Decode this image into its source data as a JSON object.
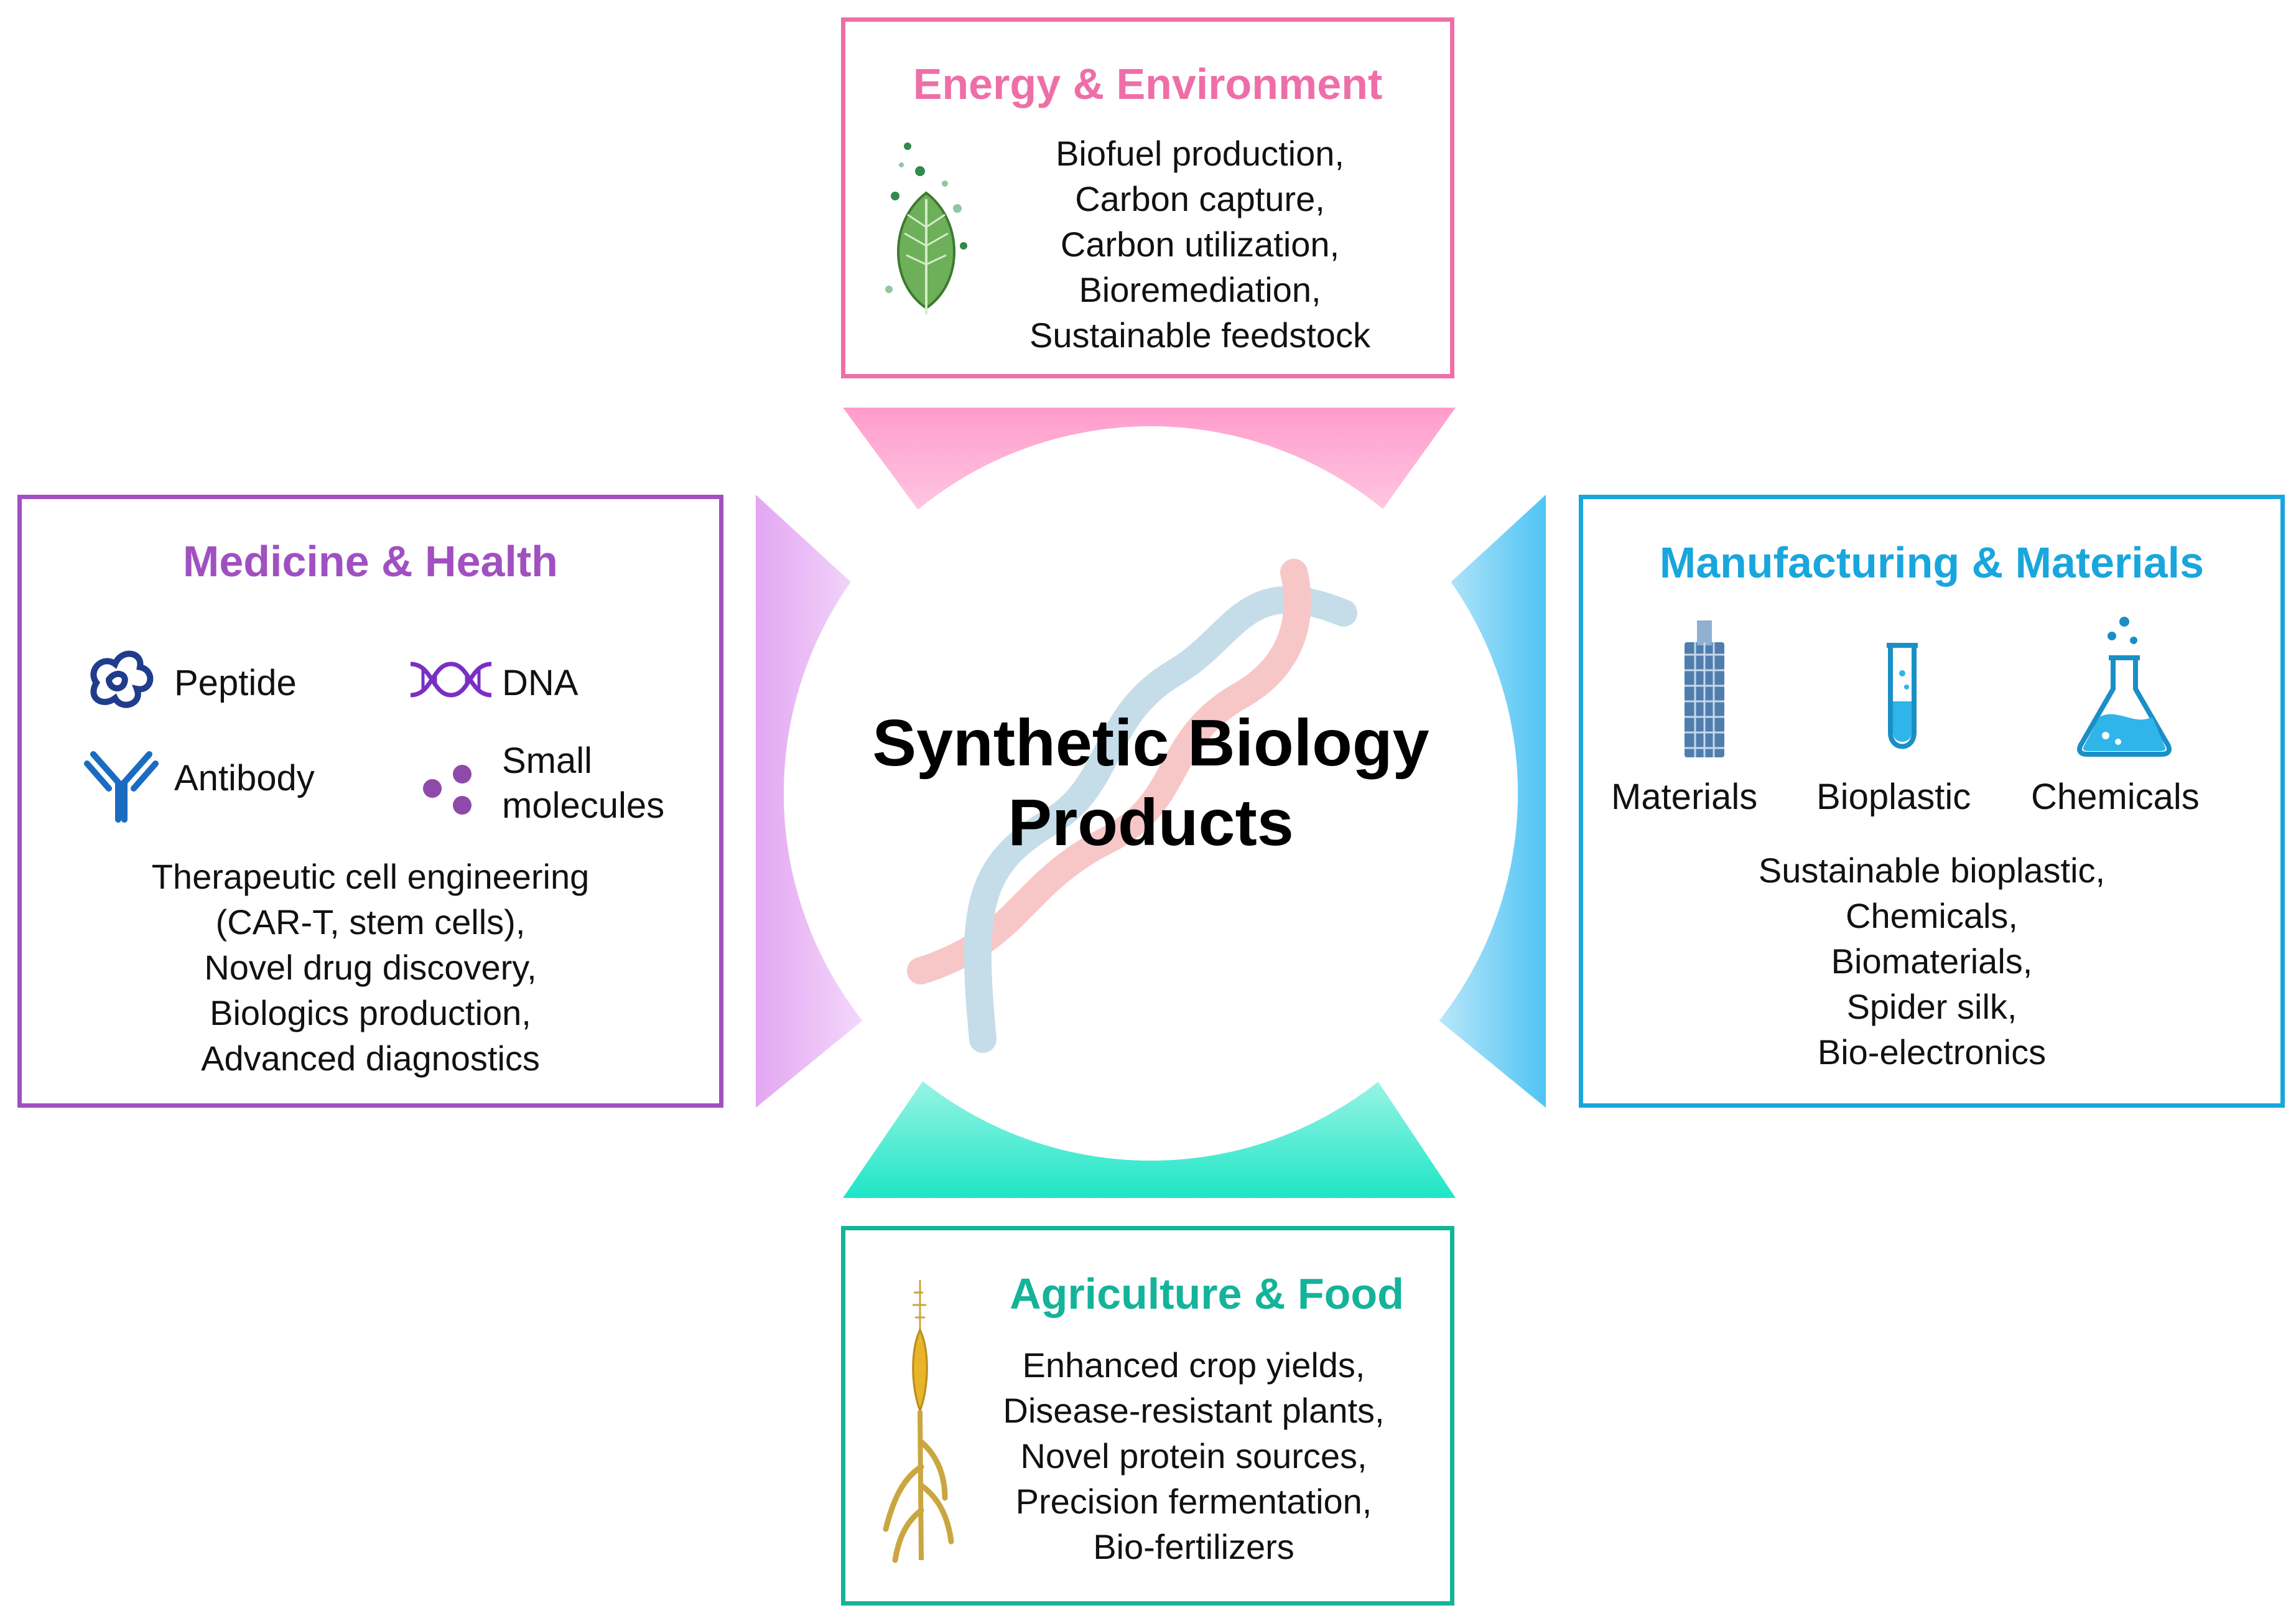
{
  "colors": {
    "energy": "#ee6fa8",
    "medicine": "#a050c0",
    "manufacturing": "#19a6dc",
    "agriculture": "#14b39a"
  },
  "center": {
    "title_line1": "Synthetic Biology",
    "title_line2": "Products"
  },
  "energy": {
    "title": "Energy & Environment",
    "icon": "leaf-icon",
    "items": [
      "Biofuel production,",
      "Carbon capture,",
      "Carbon utilization,",
      "Bioremediation,",
      "Sustainable feedstock"
    ]
  },
  "medicine": {
    "title": "Medicine & Health",
    "icons": [
      {
        "icon": "peptide-icon",
        "label": "Peptide"
      },
      {
        "icon": "dna-icon",
        "label": "DNA"
      },
      {
        "icon": "antibody-icon",
        "label": "Antibody"
      },
      {
        "icon": "small-molecules-icon",
        "label_line1": "Small",
        "label_line2": "molecules"
      }
    ],
    "items": [
      "Therapeutic cell engineering",
      "(CAR-T, stem cells),",
      "Novel drug discovery,",
      "Biologics production,",
      "Advanced diagnostics"
    ]
  },
  "manufacturing": {
    "title": "Manufacturing & Materials",
    "icons": [
      {
        "icon": "nanotube-icon",
        "label": "Materials"
      },
      {
        "icon": "test-tube-icon",
        "label": "Bioplastic"
      },
      {
        "icon": "flask-icon",
        "label": "Chemicals"
      }
    ],
    "items": [
      "Sustainable bioplastic,",
      "Chemicals,",
      "Biomaterials,",
      "Spider silk,",
      "Bio-electronics"
    ]
  },
  "agriculture": {
    "title": "Agriculture & Food",
    "icon": "wheat-icon",
    "items": [
      "Enhanced crop yields,",
      "Disease-resistant plants,",
      "Novel protein sources,",
      "Precision fermentation,",
      "Bio-fertilizers"
    ]
  }
}
